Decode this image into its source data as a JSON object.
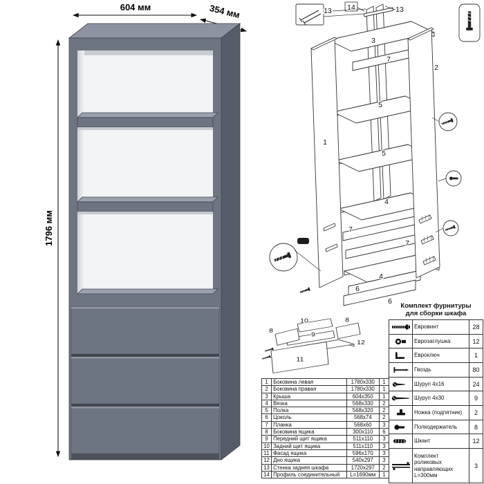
{
  "dimensions": {
    "width": "604 мм",
    "depth": "354 мм",
    "height": "1796 мм"
  },
  "exploded": {
    "labels": [
      "14",
      "13",
      "13",
      "3",
      "7",
      "2",
      "5",
      "1",
      "5",
      "4",
      "7",
      "7",
      "4",
      "6",
      "6"
    ]
  },
  "drawer_diagram": {
    "labels": [
      "10",
      "8",
      "9",
      "8",
      "11",
      "12"
    ]
  },
  "parts_table": {
    "rows": [
      {
        "num": "1",
        "name": "Боковина левая",
        "size": "1780x330",
        "qty": "1"
      },
      {
        "num": "2",
        "name": "Боковина правая",
        "size": "1780x330",
        "qty": "1"
      },
      {
        "num": "3",
        "name": "Крыша",
        "size": "604x350",
        "qty": "1"
      },
      {
        "num": "4",
        "name": "Вязка",
        "size": "568x330",
        "qty": "2"
      },
      {
        "num": "5",
        "name": "Полка",
        "size": "568x320",
        "qty": "2"
      },
      {
        "num": "6",
        "name": "Цоколь",
        "size": "568x74",
        "qty": "2"
      },
      {
        "num": "7",
        "name": "Планка",
        "size": "568x60",
        "qty": "3"
      },
      {
        "num": "8",
        "name": "Боковина ящика",
        "size": "300x110",
        "qty": "6"
      },
      {
        "num": "9",
        "name": "Передний щит ящика",
        "size": "511x110",
        "qty": "3"
      },
      {
        "num": "10",
        "name": "Задний щит ящика",
        "size": "511x110",
        "qty": "3"
      },
      {
        "num": "11",
        "name": "Фасад ящика",
        "size": "596x170",
        "qty": "3"
      },
      {
        "num": "12",
        "name": "Дно ящика",
        "size": "540x297",
        "qty": "3"
      },
      {
        "num": "13",
        "name": "Стенка задняя шкафа",
        "size": "1720x297",
        "qty": "2"
      },
      {
        "num": "14",
        "name": "Профиль соединительный",
        "size": "L=1690мм",
        "qty": "1"
      }
    ]
  },
  "hardware": {
    "title_line1": "Комплект фурнитуры",
    "title_line2": "для сборки шкафа",
    "rows": [
      {
        "icon": "euro-screw-icon",
        "name": "Евровинт",
        "qty": "28"
      },
      {
        "icon": "euro-cap-icon",
        "name": "Еврозаглушка",
        "qty": "12"
      },
      {
        "icon": "euro-key-icon",
        "name": "Евроключ",
        "qty": "1"
      },
      {
        "icon": "nail-icon",
        "name": "Гвоздь",
        "qty": "80"
      },
      {
        "icon": "screw-16-icon",
        "name": "Шуруп 4x16",
        "qty": "24"
      },
      {
        "icon": "screw-30-icon",
        "name": "Шуруп 4x30",
        "qty": "9"
      },
      {
        "icon": "foot-icon",
        "name": "Ножка (подпятник)",
        "qty": "2"
      },
      {
        "icon": "shelf-pin-icon",
        "name": "Полкодержатель",
        "qty": "8"
      },
      {
        "icon": "dowel-icon",
        "name": "Шкант",
        "qty": "12"
      },
      {
        "icon": "rail-icon",
        "name": "Комплект роликовых направляющих L=300мм",
        "qty": "3"
      }
    ]
  }
}
